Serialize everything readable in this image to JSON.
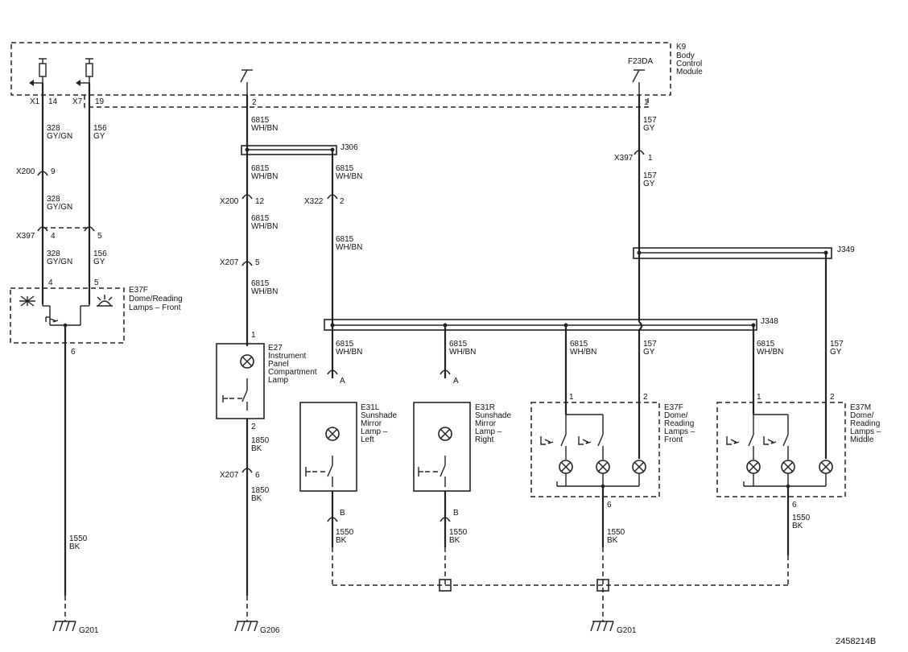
{
  "diagram_id": "2458214B",
  "bcm": {
    "ref": "K9",
    "name": [
      "Body",
      "Control",
      "Module"
    ],
    "switch_label": "F23DA"
  },
  "connectors": {
    "x1": "X1",
    "x7": "X7",
    "x200": "X200",
    "x397": "X397",
    "x207": "X207",
    "x322": "X322"
  },
  "splices": {
    "j306": "J306",
    "j349": "J349",
    "j348": "J348"
  },
  "grounds": {
    "g201": "G201",
    "g206": "G206"
  },
  "pins": {
    "p14": "14",
    "p19": "19",
    "p2": "2",
    "p1": "1",
    "p9": "9",
    "p4": "4",
    "p5": "5",
    "p12": "12",
    "p6": "6",
    "pA": "A",
    "pB": "B"
  },
  "circuits": {
    "c328": "328",
    "c156": "156",
    "c6815": "6815",
    "c157": "157",
    "c1550": "1550",
    "c1850": "1850"
  },
  "colors": {
    "gygn": "GY/GN",
    "gy": "GY",
    "whbn": "WH/BN",
    "bk": "BK"
  },
  "components": {
    "e37f_top": [
      "E37F",
      "Dome/Reading",
      "Lamps – Front"
    ],
    "e27": [
      "E27",
      "Instrument",
      "Panel",
      "Compartment",
      "Lamp"
    ],
    "e31l": [
      "E31L",
      "Sunshade",
      "Mirror",
      "Lamp –",
      "Left"
    ],
    "e31r": [
      "E31R",
      "Sunshade",
      "Mirror",
      "Lamp –",
      "Right"
    ],
    "e37f": [
      "E37F",
      "Dome/",
      "Reading",
      "Lamps –",
      "Front"
    ],
    "e37m": [
      "E37M",
      "Dome/",
      "Reading",
      "Lamps –",
      "Middle"
    ]
  },
  "line_color": "#222222"
}
